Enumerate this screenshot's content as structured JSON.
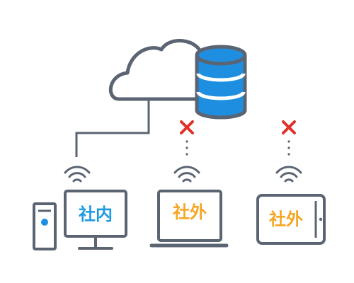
{
  "colors": {
    "stroke": "#5b6472",
    "db_blue": "#1e8fe0",
    "blocked_red": "#e0302a",
    "inside_label": "#1e9be0",
    "outside_label": "#f5a623",
    "background": "#ffffff"
  },
  "icons": {
    "cloud": "cloud-icon",
    "database": "database-icon",
    "desktop": "desktop-computer-icon",
    "laptop": "laptop-icon",
    "tablet": "tablet-icon",
    "wifi": "wifi-icon",
    "blocked": "x-mark-icon"
  },
  "devices": {
    "desktop": {
      "label": "社内",
      "connected": true
    },
    "laptop": {
      "label": "社外",
      "connected": false
    },
    "tablet": {
      "label": "社外",
      "connected": false
    }
  }
}
